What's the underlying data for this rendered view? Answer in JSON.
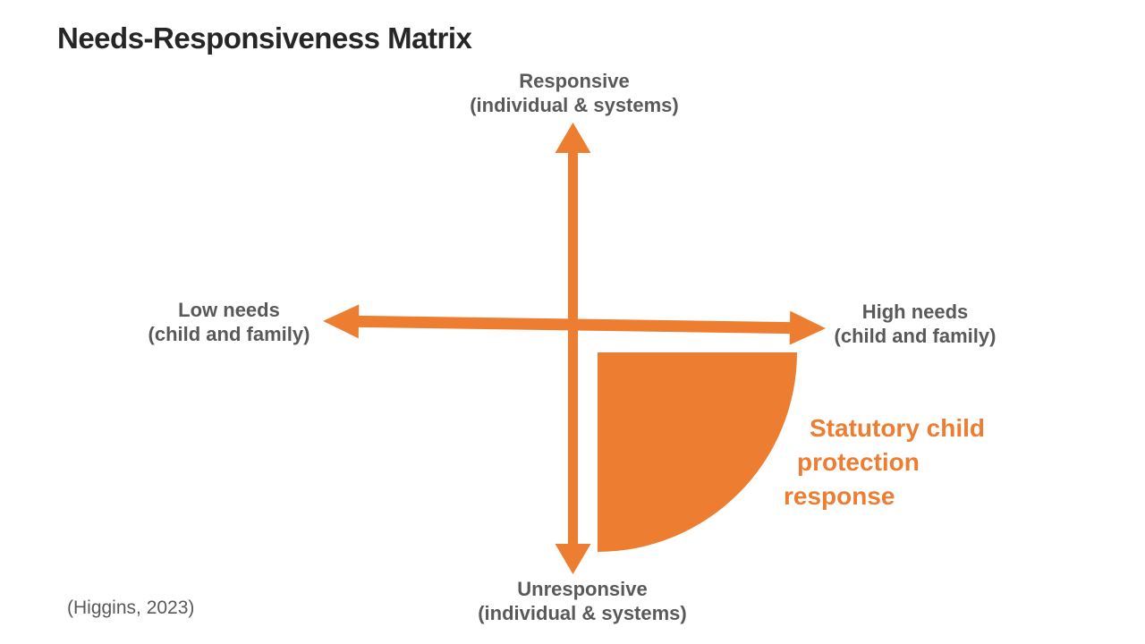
{
  "title": "Needs-Responsiveness Matrix",
  "citation": "(Higgins, 2023)",
  "colors": {
    "orange": "#ED7D31",
    "gray": "#595959",
    "dark": "#262626"
  },
  "axes": {
    "top": {
      "line1": "Responsive",
      "line2": "(individual & systems)"
    },
    "bottom": {
      "line1": "Unresponsive",
      "line2": "(individual & systems)"
    },
    "left": {
      "line1": "Low needs",
      "line2": "(child and family)"
    },
    "right": {
      "line1": "High needs",
      "line2": "(child and family)"
    }
  },
  "quadrant_label": {
    "line1": "Statutory child",
    "line2": "protection",
    "line3": "response"
  }
}
